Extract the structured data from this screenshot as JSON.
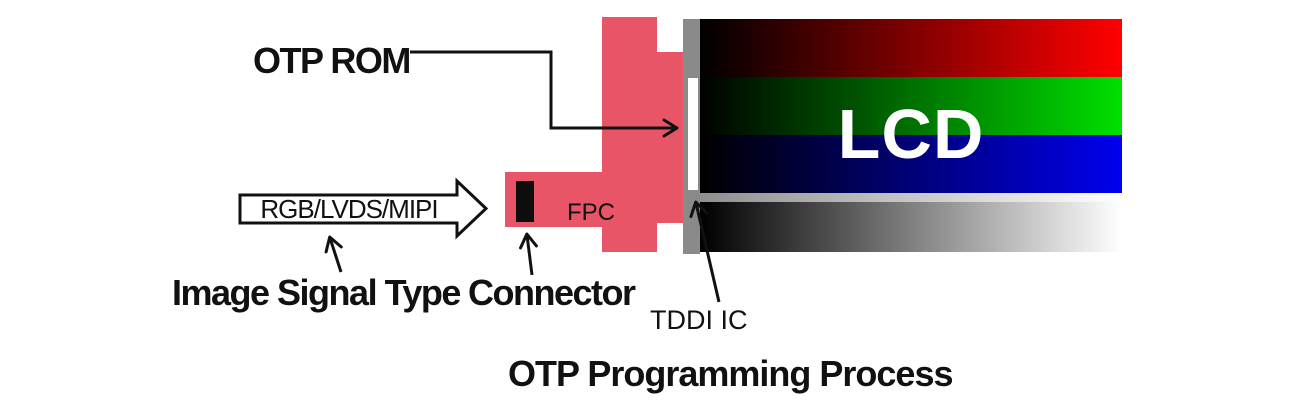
{
  "diagram": {
    "title": "OTP Programming Process",
    "labels": {
      "otp_rom": "OTP ROM",
      "signal": "RGB/LVDS/MIPI",
      "image_signal_type": "Image Signal Type",
      "connector": "Connector",
      "fpc": "FPC",
      "tddi_ic": "TDDI IC",
      "lcd": "LCD"
    },
    "lcd_bands": [
      "red",
      "green",
      "blue",
      "grayscale"
    ],
    "colors": {
      "fpc_pink": "#e85566",
      "tddi_gray": "#8a8a8a",
      "otp_strip_white": "#ffffff",
      "connector_black": "#0d0d0d",
      "block_arrow_fill": "#ffffff",
      "line_black": "#111111",
      "lcd_red_end": "#ff0000",
      "lcd_green_end": "#00e000",
      "lcd_blue_end": "#0000ee",
      "band_dark_start": "#000000",
      "grayscale_end": "#ffffff"
    }
  }
}
